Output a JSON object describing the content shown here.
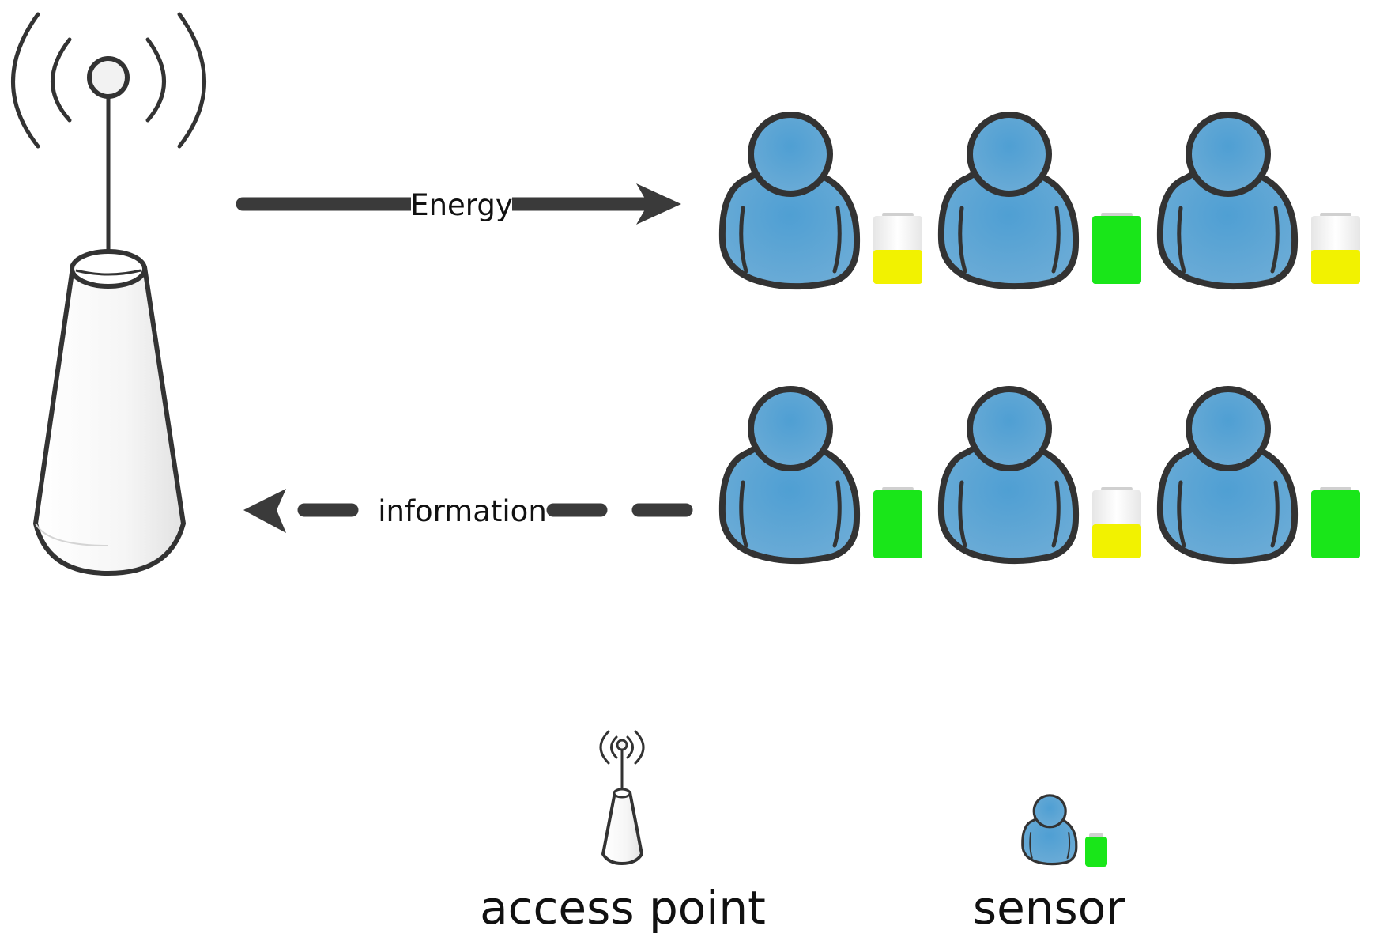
{
  "flows": {
    "energy_label": "Energy",
    "information_label": "information"
  },
  "legend": {
    "access_point_label": "access point",
    "sensor_label": "sensor"
  },
  "sensors": {
    "top_row": [
      {
        "battery_level": 0.5,
        "battery_color": "#f2f200"
      },
      {
        "battery_level": 1.0,
        "battery_color": "#19e619"
      },
      {
        "battery_level": 0.5,
        "battery_color": "#f2f200"
      }
    ],
    "bottom_row": [
      {
        "battery_level": 1.0,
        "battery_color": "#19e619"
      },
      {
        "battery_level": 0.5,
        "battery_color": "#f2f200"
      },
      {
        "battery_level": 1.0,
        "battery_color": "#19e619"
      }
    ],
    "legend_battery": {
      "battery_level": 1.0,
      "battery_color": "#19e619"
    }
  },
  "colors": {
    "person_fill": "#5ea6d2",
    "outline": "#333333",
    "arrow": "#3a3a3a",
    "tower_fill": "#f4f4f4"
  },
  "icons": {
    "tower": "access-point-tower-icon",
    "person": "sensor-person-icon",
    "battery": "battery-icon"
  }
}
